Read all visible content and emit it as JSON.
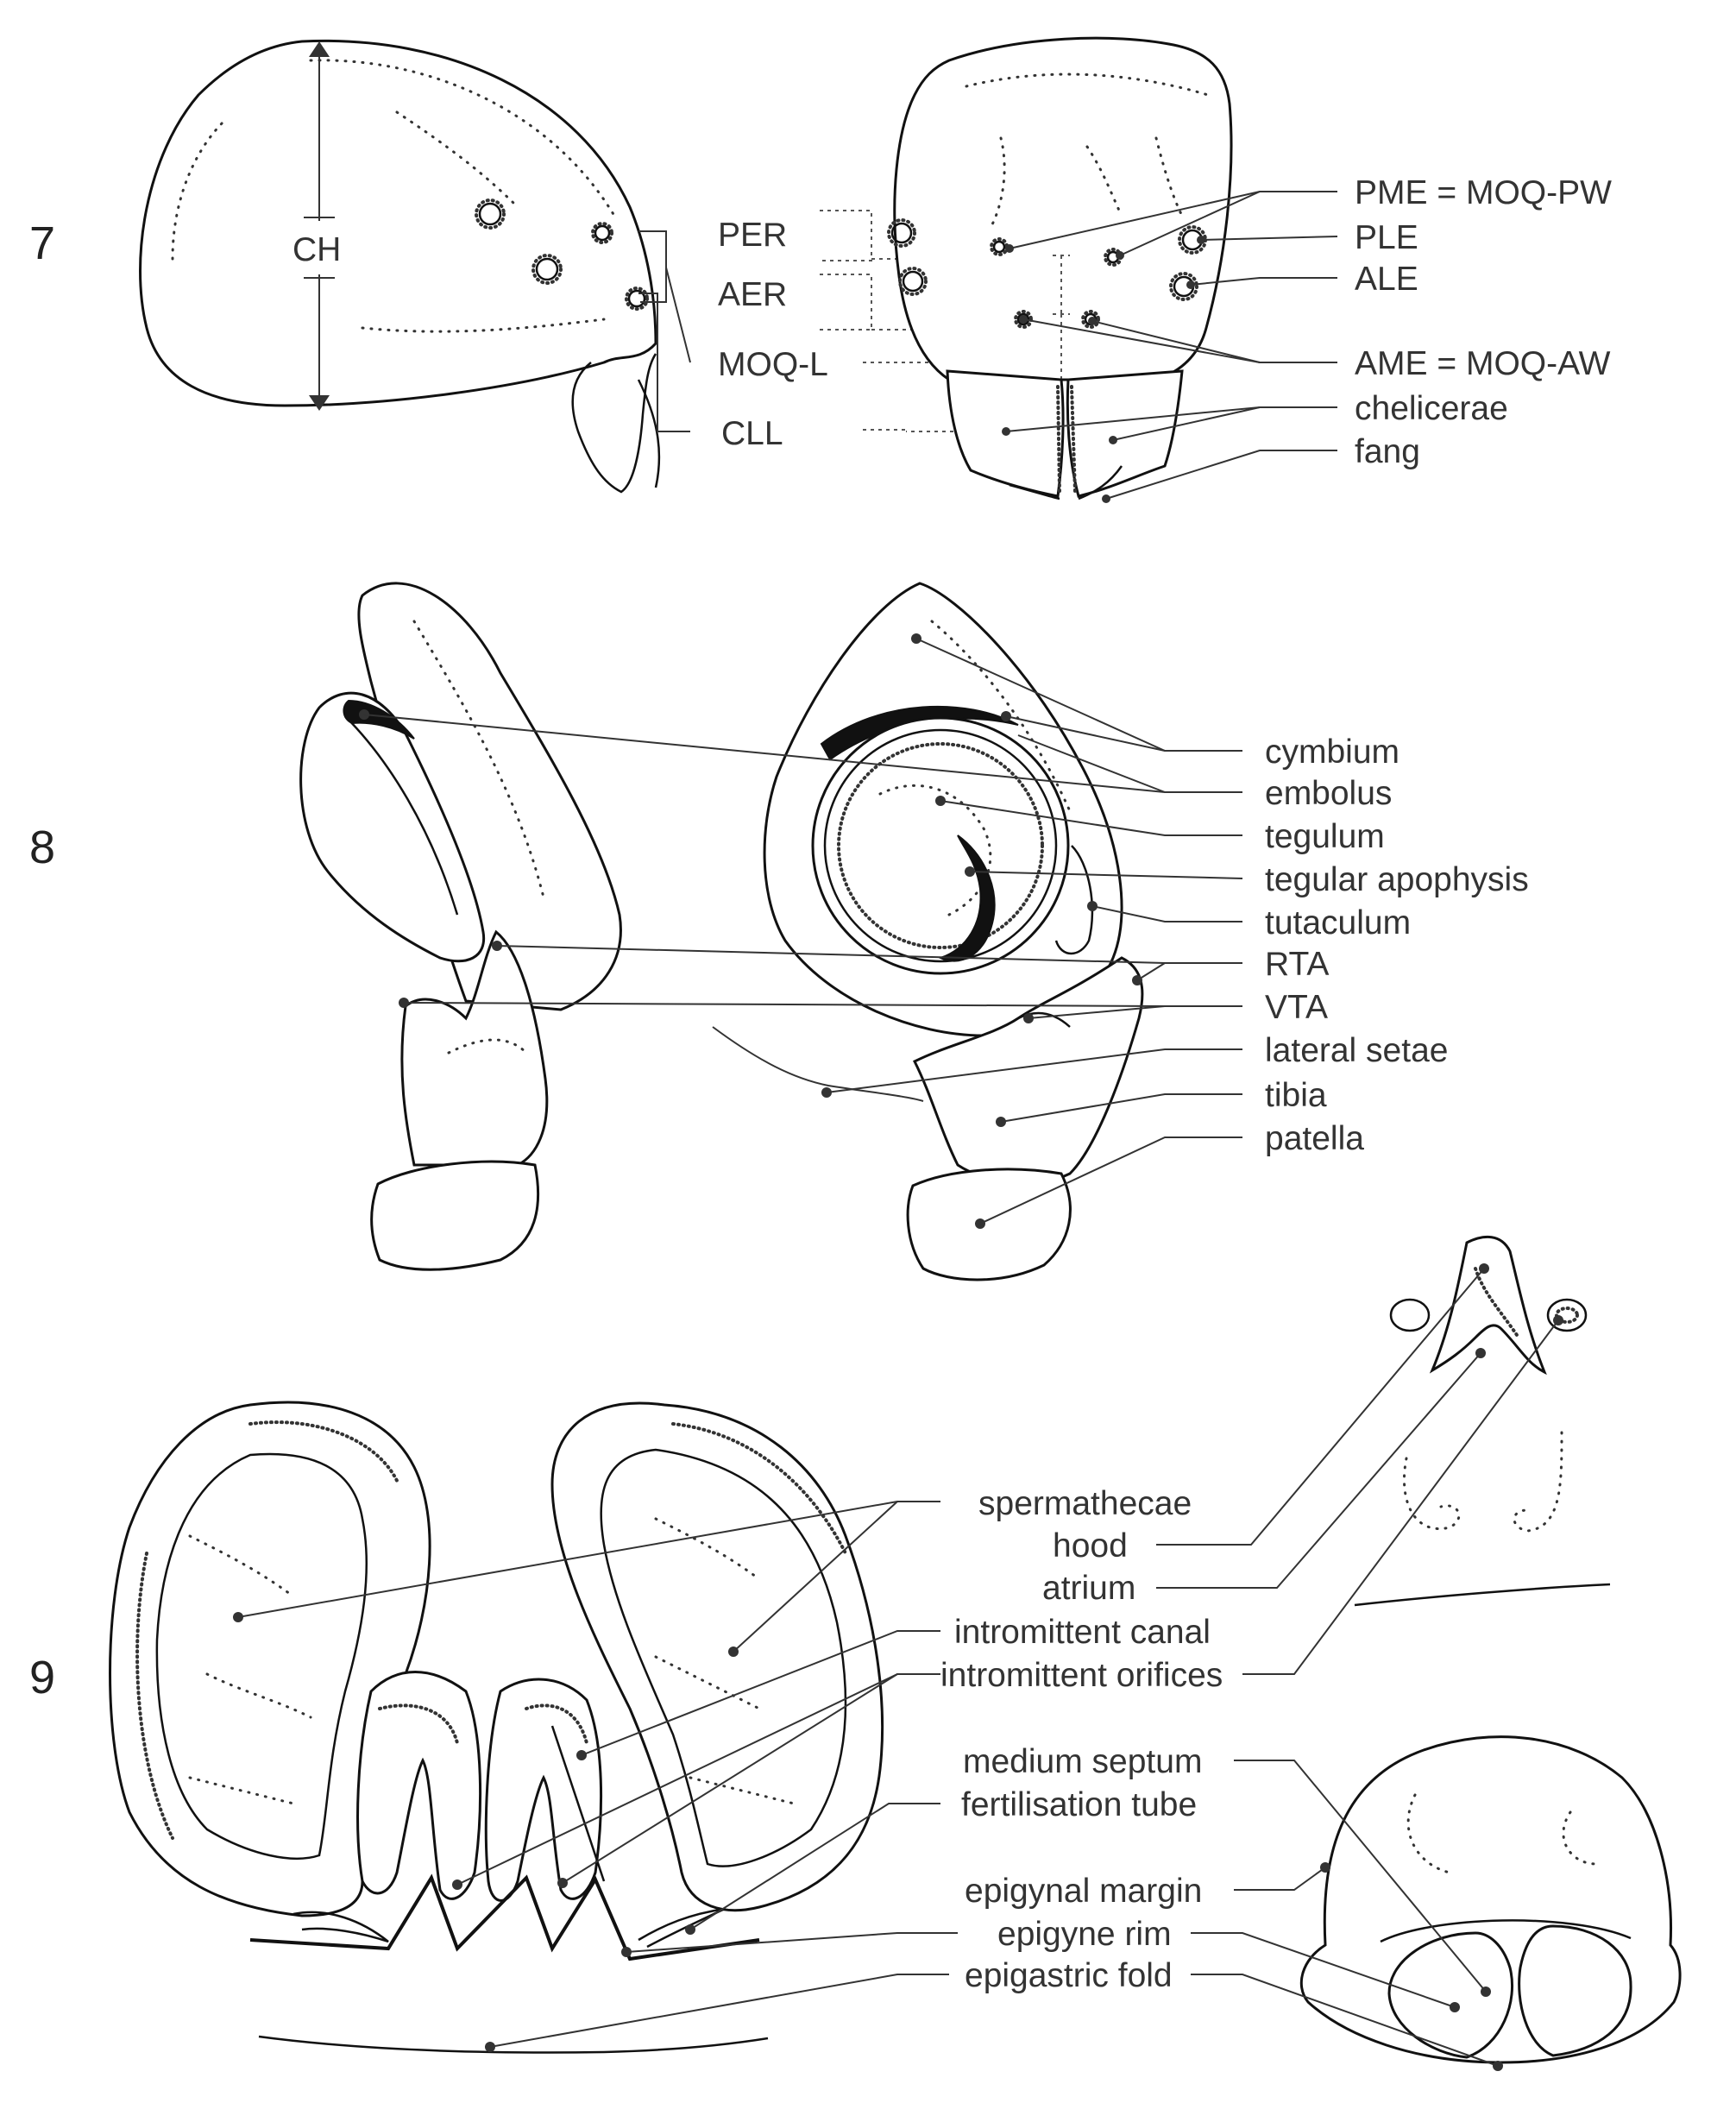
{
  "figures": {
    "fig7": {
      "number": "7",
      "labels": {
        "ch": "CH",
        "per": "PER",
        "aer": "AER",
        "moq_l": "MOQ-L",
        "cll": "CLL",
        "pme": "PME = MOQ-PW",
        "ple": "PLE",
        "ale": "ALE",
        "ame": "AME = MOQ-AW",
        "chelicerae": "chelicerae",
        "fang": "fang"
      }
    },
    "fig8": {
      "number": "8",
      "labels": {
        "cymbium": "cymbium",
        "embolus": "embolus",
        "tegulum": "tegulum",
        "tegular_apophysis": "tegular apophysis",
        "tutaculum": "tutaculum",
        "rta": "RTA",
        "vta": "VTA",
        "lateral_setae": "lateral setae",
        "tibia": "tibia",
        "patella": "patella"
      }
    },
    "fig9": {
      "number": "9",
      "labels": {
        "spermathecae": "spermathecae",
        "hood": "hood",
        "atrium": "atrium",
        "intromittent_canal": "intromittent canal",
        "intromittent_orifices": "intromittent orifices",
        "medium_septum": "medium septum",
        "fertilisation_tube": "fertilisation tube",
        "epigynal_margin": "epigynal margin",
        "epigyne_rim": "epigyne rim",
        "epigastric_fold": "epigastric fold"
      }
    }
  }
}
